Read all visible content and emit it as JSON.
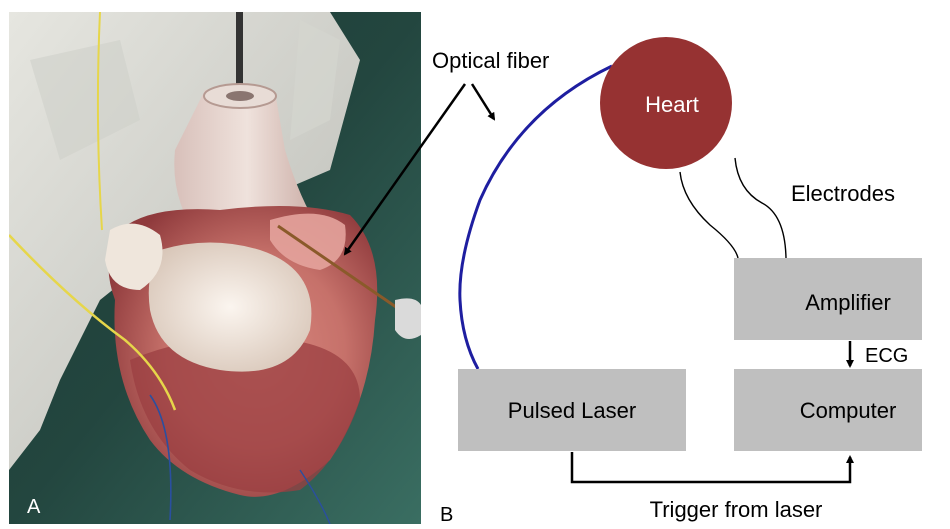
{
  "panel_a": {
    "label": "A",
    "photo_alt": "Isolated heart with optical fiber and electrodes"
  },
  "panel_b": {
    "label": "B",
    "heart": "Heart",
    "optical_fiber": "Optical fiber",
    "electrodes": "Electrodes",
    "amplifier": "Amplifier",
    "ecg": "ECG",
    "pulsed_laser": "Pulsed Laser",
    "computer": "Computer",
    "trigger": "Trigger from laser"
  },
  "colors": {
    "heart_fill": "#963232",
    "box_fill": "#bfbfbf",
    "fiber_line": "#1e1ea0",
    "arrow": "#000000"
  }
}
